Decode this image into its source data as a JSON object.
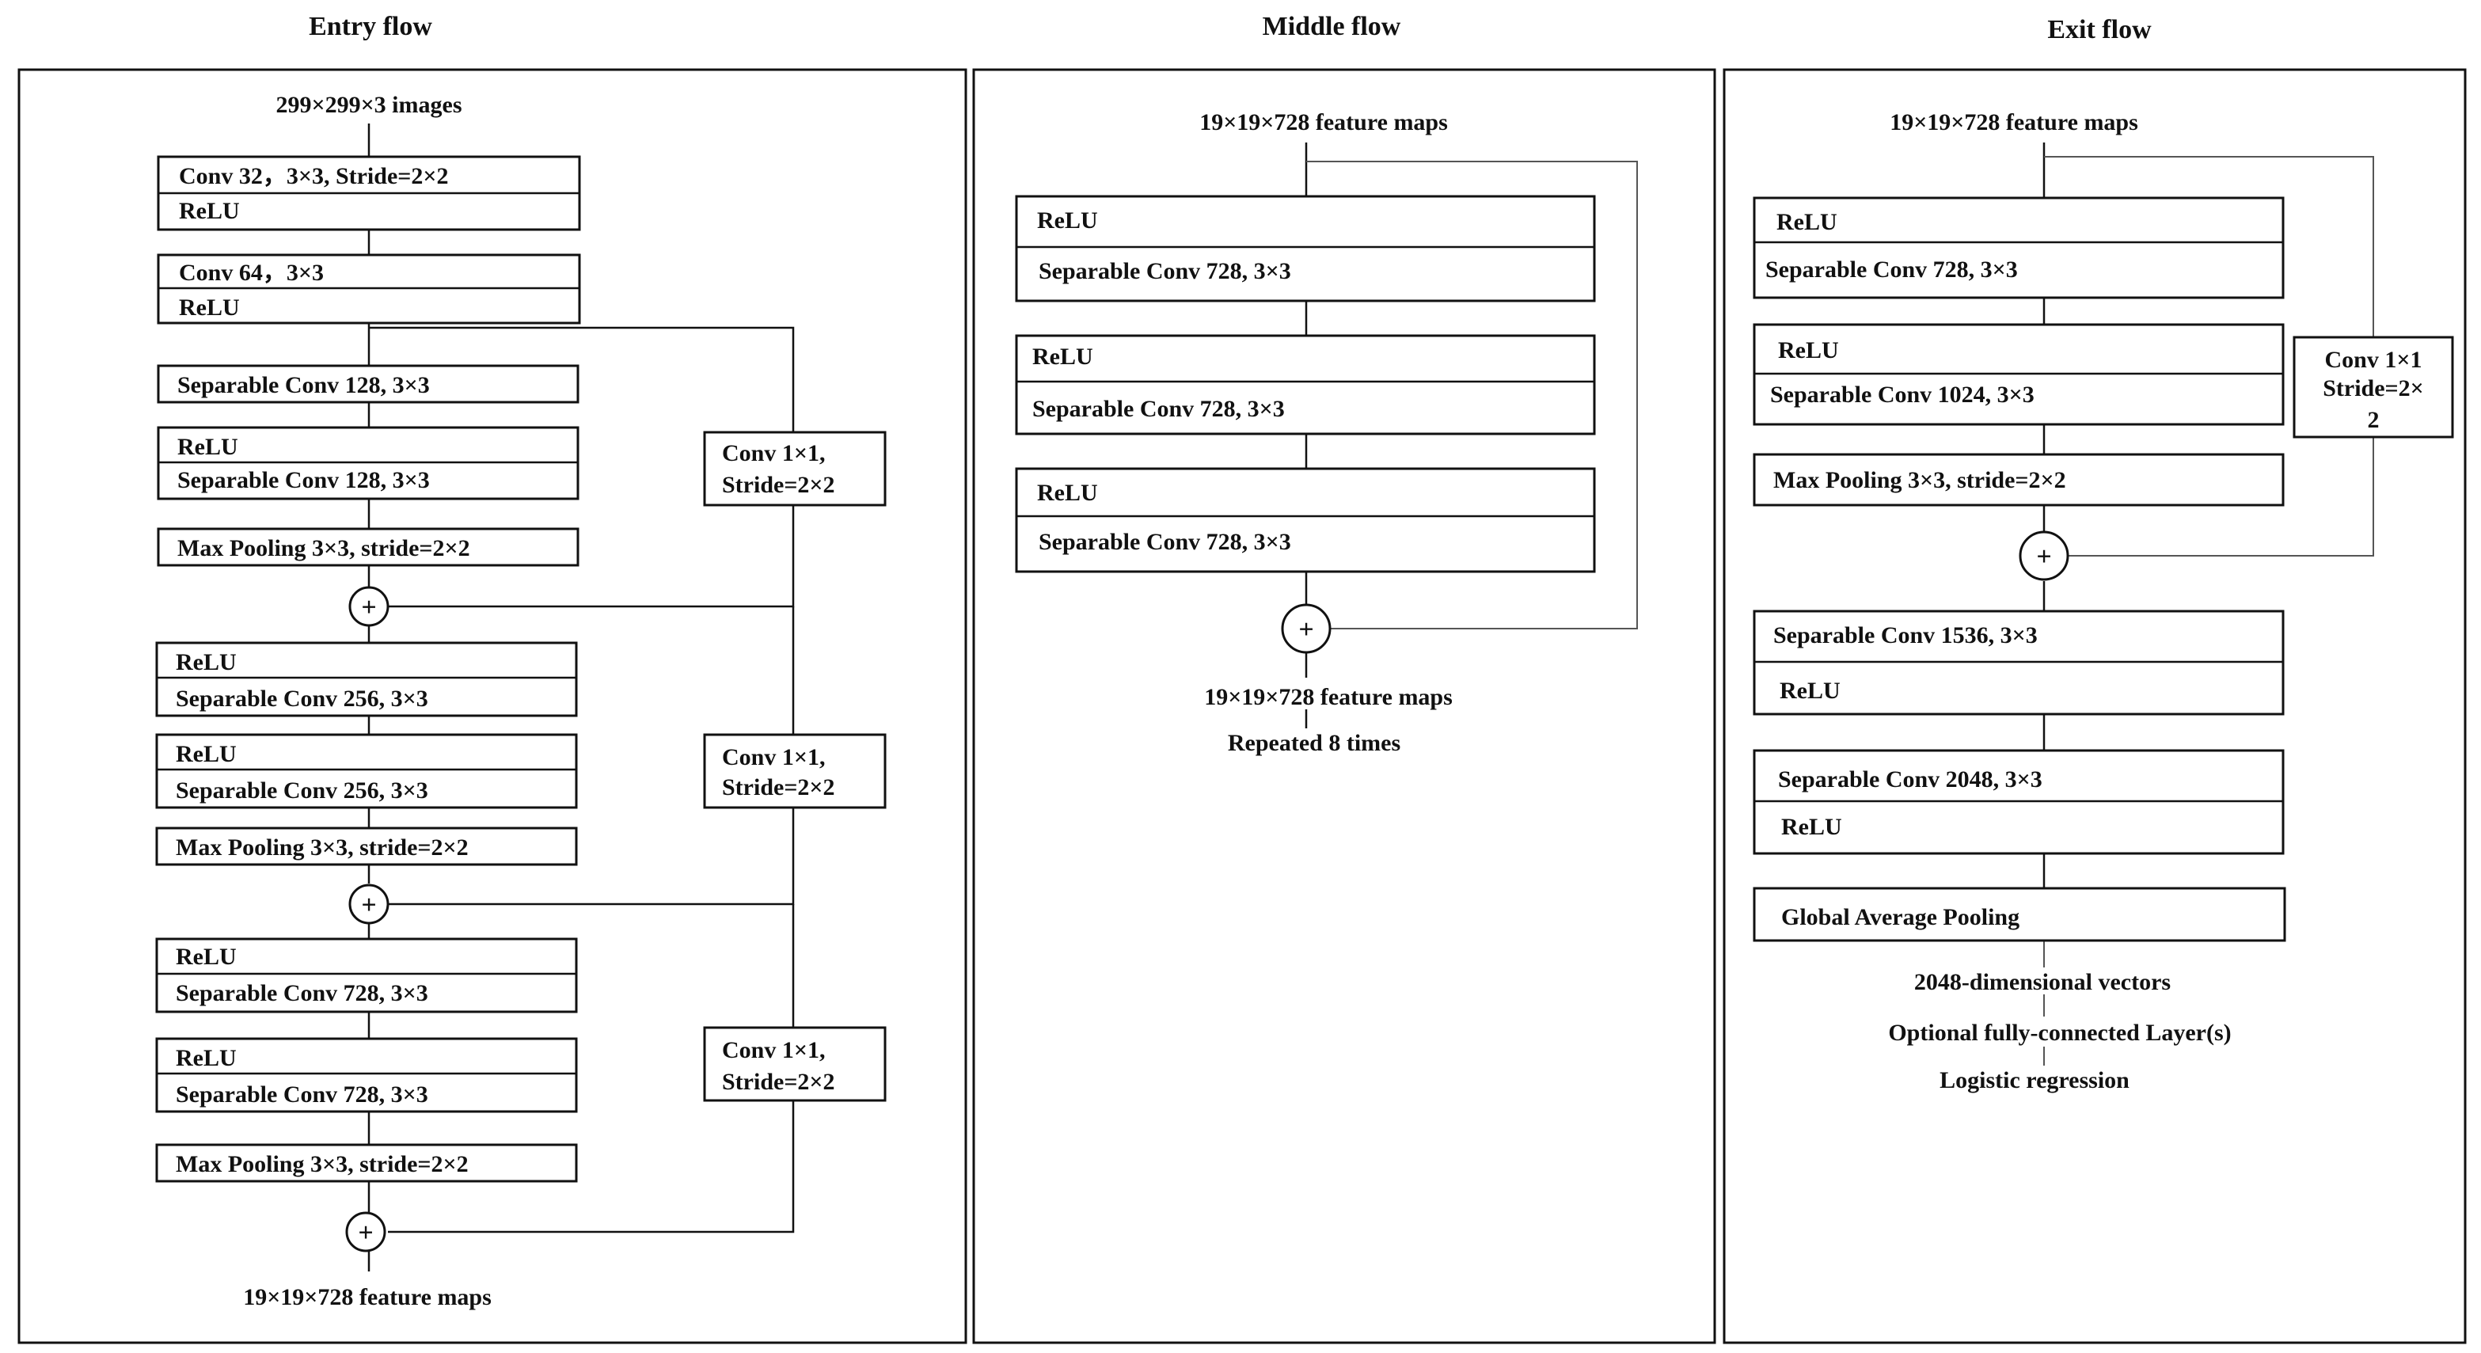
{
  "entry": {
    "title": "Entry flow",
    "input": "299×299×3   images",
    "conv1_a": "Conv 32，3×3, Stride=2×2",
    "conv1_b": "ReLU",
    "conv2_a": "Conv 64，3×3",
    "conv2_b": "ReLU",
    "sep128_1": "Separable Conv 128, 3×3",
    "relu_128": "ReLU",
    "sep128_2": "Separable Conv 128, 3×3",
    "pool1": "Max Pooling 3×3, stride=2×2",
    "relu_256a": "ReLU",
    "sep256_1": "Separable Conv 256, 3×3",
    "relu_256b": "ReLU",
    "sep256_2": "Separable Conv 256, 3×3",
    "pool2": "Max Pooling 3×3, stride=2×2",
    "relu_728a": "ReLU",
    "sep728_1": "Separable Conv 728, 3×3",
    "relu_728b": "ReLU",
    "sep728_2": "Separable Conv 728, 3×3",
    "pool3": "Max Pooling 3×3, stride=2×2",
    "skip1_a": "Conv 1×1,",
    "skip1_b": "Stride=2×2",
    "skip2_a": "Conv 1×1,",
    "skip2_b": "Stride=2×2",
    "skip3_a": "Conv 1×1,",
    "skip3_b": "Stride=2×2",
    "output": "19×19×728  feature maps"
  },
  "middle": {
    "title": "Middle flow",
    "input": "19×19×728 feature maps",
    "relu1": "ReLU",
    "sep1": "Separable Conv 728, 3×3",
    "relu2": "ReLU",
    "sep2": "Separable Conv 728, 3×3",
    "relu3": "ReLU",
    "sep3": "Separable Conv 728, 3×3",
    "output": "19×19×728 feature maps",
    "repeat": "Repeated 8 times"
  },
  "exit": {
    "title": "Exit flow",
    "input": "19×19×728 feature maps",
    "relu1": "ReLU",
    "sep1": "Separable Conv 728, 3×3",
    "relu2": "ReLU",
    "sep2": "Separable  Conv  1024, 3×3",
    "pool": "Max Pooling 3×3, stride=2×2",
    "skip_a": "Conv 1×1",
    "skip_b": "Stride=2×",
    "skip_c": "2",
    "sep1536": "Separable Conv 1536, 3×3",
    "relu3": "ReLU",
    "sep2048": "Separable Conv 2048, 3×3",
    "relu4": "ReLU",
    "gap": "Global Average Pooling",
    "vectors": "2048-dimensional vectors",
    "fc": "Optional fully-connected Layer(s)",
    "logistic": "Logistic regression"
  },
  "plus_symbol": "+"
}
